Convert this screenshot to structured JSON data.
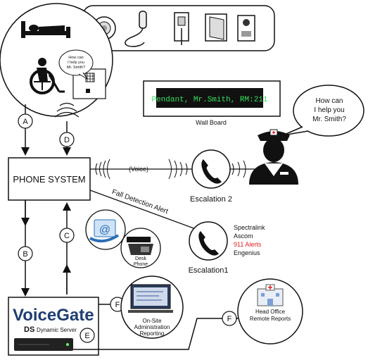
{
  "bubble": {
    "text": [
      "How can",
      "I help you",
      "Mr. Smith?"
    ]
  },
  "call_unit_bubble": {
    "text": [
      "How can",
      "I help you",
      "Mr. Smith?"
    ]
  },
  "wall_board": {
    "display": "Pendant, Mr.Smith, RM:211",
    "label": "Wall Board"
  },
  "phone_system": {
    "label": "PHONE SYSTEM"
  },
  "voice_label": "(Voice)",
  "escalation2": "Escalation 2",
  "escalation1": "Escalation1",
  "fall_alert": "Fall Detection Alert",
  "desk_phone": [
    "Desk",
    "Phone"
  ],
  "vendors": [
    {
      "name": "Spectralink",
      "color": "#111111"
    },
    {
      "name": "Ascom",
      "color": "#111111"
    },
    {
      "name": "911 Alerts",
      "color": "#e02020"
    },
    {
      "name": "Engenius",
      "color": "#111111"
    }
  ],
  "voicegate": {
    "brand": "VoiceGate",
    "ds": "DS",
    "server": "Dynamic Server"
  },
  "onsite": [
    "On-Site",
    "Administration",
    "Reporting"
  ],
  "headoffice": [
    "Head Office",
    "Remote Reports"
  ],
  "markers": {
    "A": "A",
    "B": "B",
    "C": "C",
    "D": "D",
    "E": "E",
    "F1": "F",
    "F2": "F"
  },
  "colors": {
    "board_text": "#35e05a",
    "accent_red": "#e02020"
  }
}
